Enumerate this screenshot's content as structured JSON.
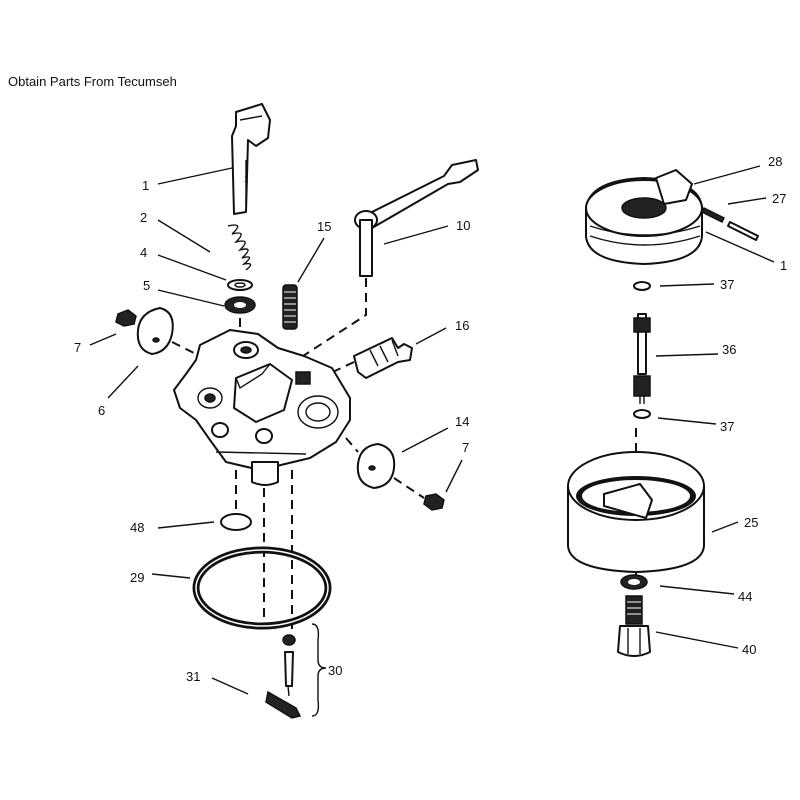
{
  "header": {
    "note": "Obtain Parts From Tecumseh"
  },
  "callouts": {
    "c1a": "1",
    "c2": "2",
    "c4": "4",
    "c5": "5",
    "c7a": "7",
    "c6": "6",
    "c15": "15",
    "c10": "10",
    "c16": "16",
    "c14": "14",
    "c7b": "7",
    "c48": "48",
    "c29": "29",
    "c30": "30",
    "c31": "31",
    "c28": "28",
    "c27": "27",
    "c1b": "1",
    "c37a": "37",
    "c36": "36",
    "c37b": "37",
    "c25": "25",
    "c44": "44",
    "c40": "40"
  },
  "colors": {
    "ink": "#111111",
    "paper": "#ffffff"
  }
}
